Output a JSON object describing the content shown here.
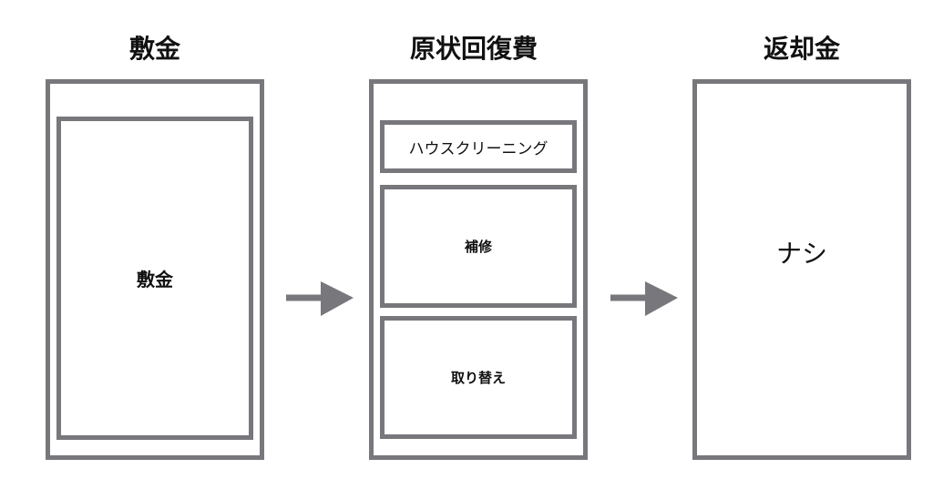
{
  "columns": [
    {
      "title": "敷金",
      "items": [
        "敷金"
      ]
    },
    {
      "title": "原状回復費",
      "items": [
        "ハウスクリーニング",
        "補修",
        "取り替え"
      ]
    },
    {
      "title": "返却金",
      "items": [
        "ナシ"
      ]
    }
  ],
  "colors": {
    "stroke": "#77777c"
  }
}
